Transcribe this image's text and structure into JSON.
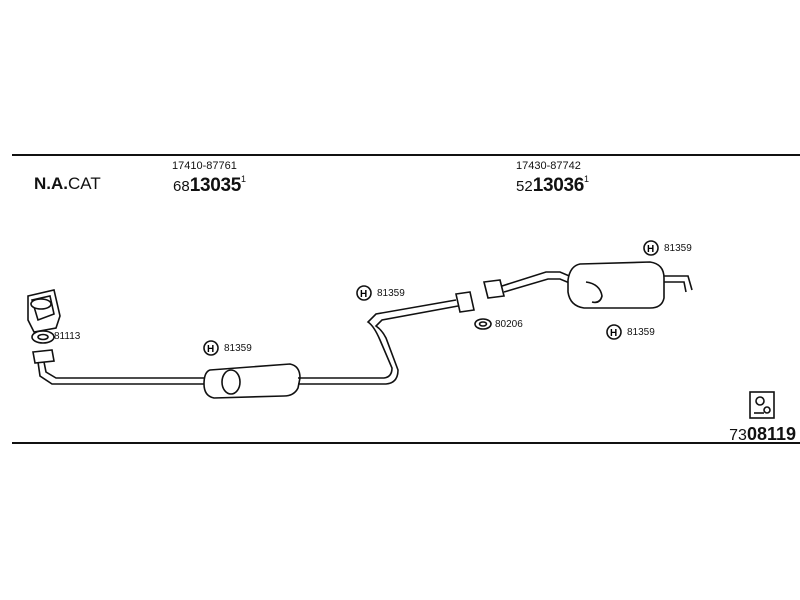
{
  "header": {
    "label_bold": "N.A.",
    "label_rest": "CAT"
  },
  "front_pipe": {
    "oe_number": "17410-87761",
    "prefix": "68",
    "number": "13035",
    "note": "1"
  },
  "rear_muffler": {
    "oe_number": "17430-87742",
    "prefix": "52",
    "number": "13036",
    "note": "1"
  },
  "callouts": {
    "manifold_gasket": "81113",
    "hanger_front": "81359",
    "hanger_mid": "81359",
    "gasket_mid": "80206",
    "hanger_rear_top": "81359",
    "hanger_rear_bottom": "81359",
    "hanger_letter": "H"
  },
  "footer": {
    "prefix": "73",
    "number": "08119"
  }
}
